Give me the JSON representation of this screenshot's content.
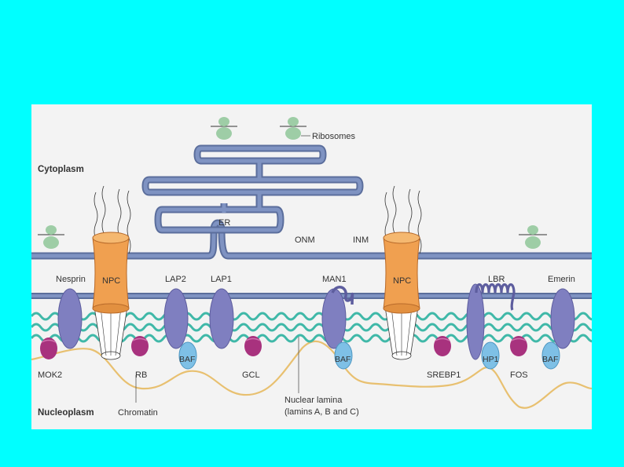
{
  "colors": {
    "background": "#00FFFF",
    "panel": "#F3F3F3",
    "membrane": "#5B6E9C",
    "membrane_fill": "#7F93C2",
    "npc": "#F0A050",
    "lamina": "#3FB8A8",
    "chromatin": "#E8C070",
    "inner_protein": "#7F7FC0",
    "baf_hp1": "#7EC0E6",
    "tf": "#A8327E",
    "ribosome": "#9ECDA6"
  },
  "regions": {
    "cytoplasm": "Cytoplasm",
    "nucleoplasm": "Nucleoplasm"
  },
  "labels": {
    "ribosomes": "Ribosomes",
    "er": "ER",
    "onm": "ONM",
    "inm": "INM",
    "nesprin": "Nesprin",
    "npc_left": "NPC",
    "npc_right": "NPC",
    "lap2": "LAP2",
    "lap1": "LAP1",
    "man1": "MAN1",
    "lbr": "LBR",
    "emerin": "Emerin",
    "mok2": "MOK2",
    "rb": "RB",
    "gcl": "GCL",
    "srebp1": "SREBP1",
    "fos": "FOS",
    "baf_1": "BAF",
    "baf_2": "BAF",
    "baf_3": "BAF",
    "hp1": "HP1",
    "chromatin": "Chromatin",
    "nuclear_lamina_line1": "Nuclear lamina",
    "nuclear_lamina_line2": "(lamins A, B and C)"
  }
}
